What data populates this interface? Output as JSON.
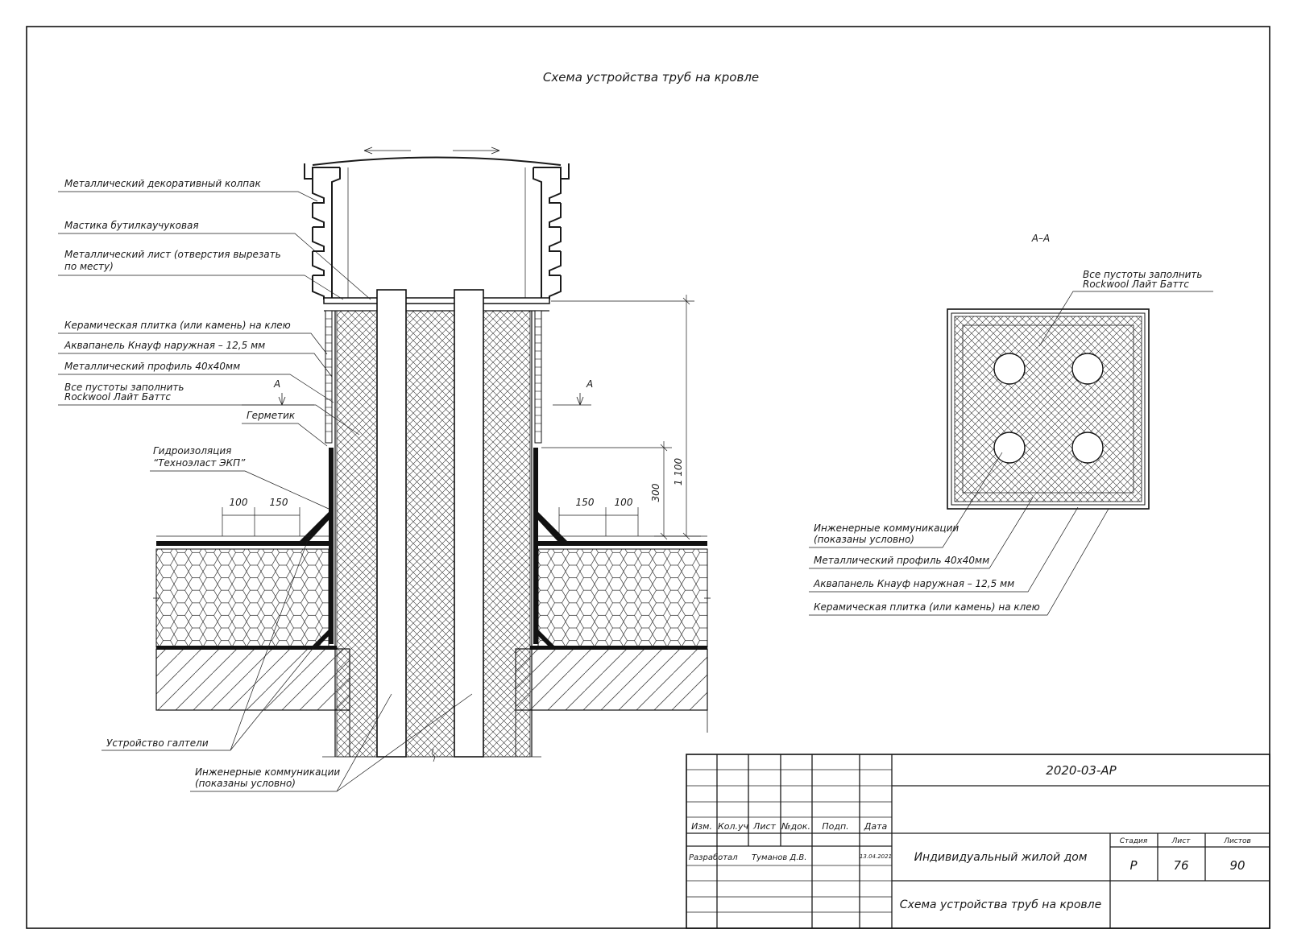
{
  "drawing": {
    "title": "Схема устройства труб на кровле",
    "section_label": "А–А",
    "section_mark": "А"
  },
  "left_callouts": [
    "Металлический декоративный колпак",
    "Мастика бутилкаучуковая",
    "Металлический лист (отверстия вырезать",
    "по месту)",
    "Керамическая плитка (или камень) на клею",
    "Аквапанель Кнауф наружная  – 12,5 мм",
    "Металлический профиль 40х40мм",
    "Все пустоты заполнить",
    "Rockwool Лайт Баттс",
    "Герметик",
    "Гидроизоляция",
    "“Техноэласт ЭКП”",
    "Устройство галтели",
    "Инженерные коммуникации",
    "(показаны условно)"
  ],
  "dimensions": {
    "d100": "100",
    "d150": "150",
    "d300": "300",
    "d1100": "1 100"
  },
  "section_callouts": [
    "Все пустоты заполнить",
    "Rockwool Лайт Баттс",
    "Инженерные коммуникации",
    "(показаны условно)",
    "Металлический профиль 40х40мм",
    "Аквапанель Кнауф наружная  – 12,5 мм",
    "Керамическая плитка (или камень) на клею"
  ],
  "stamp": {
    "code": "2020-03-АР",
    "headers": [
      "Изм.",
      "Кол.уч",
      "Лист",
      "№док.",
      "Подп.",
      "Дата"
    ],
    "role": "Разработал",
    "author": "Туманов Д.В.",
    "date": "13.04.2021",
    "project": "Индивидуальный жилой дом",
    "sheet_title": "Схема устройства труб на кровле",
    "stage_label": "Стадия",
    "sheet_label": "Лист",
    "sheets_label": "Листов",
    "stage": "Р",
    "sheet": "76",
    "sheets": "90"
  }
}
